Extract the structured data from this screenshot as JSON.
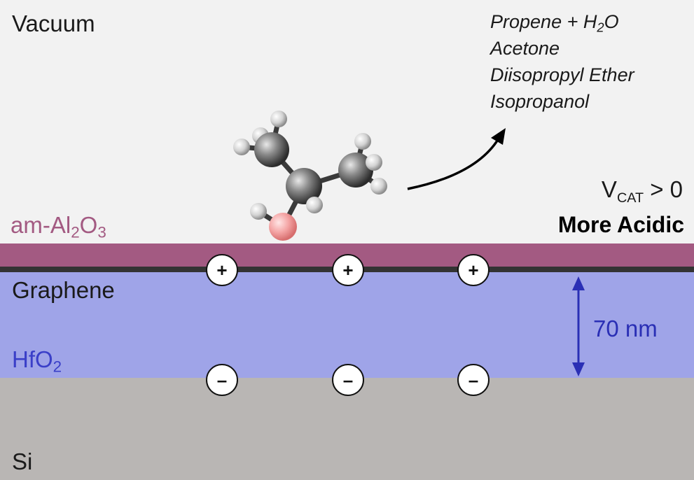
{
  "colors": {
    "vacuum": "#f2f2f2",
    "alumina": "#a35a82",
    "graphene": "#333333",
    "hafnia": "#9fa4e8",
    "silicon": "#b9b6b4",
    "alumina_text": "#a35a82",
    "hafnia_text": "#3a3fc8",
    "thickness": "#2a2fb5"
  },
  "layers": {
    "vacuum": "Vacuum",
    "alumina_prefix": "am-Al",
    "alumina_sub1": "2",
    "alumina_mid": "O",
    "alumina_sub2": "3",
    "graphene": "Graphene",
    "hafnia_prefix": "HfO",
    "hafnia_sub": "2",
    "silicon": "Si"
  },
  "products": {
    "line1_prefix": "Propene + H",
    "line1_sub": "2",
    "line1_suffix": "O",
    "line2": "Acetone",
    "line3": "Diisopropyl Ether",
    "line4": "Isopropanol"
  },
  "bias": {
    "symbol": "V",
    "subscript": "CAT",
    "relation": " > 0",
    "effect": "More Acidic"
  },
  "charges": {
    "positive": [
      "+",
      "+",
      "+"
    ],
    "negative": [
      "–",
      "–",
      "–"
    ]
  },
  "thickness": {
    "label": "70 nm"
  },
  "molecule": {
    "name": "isopropanol",
    "atoms": [
      "carbon",
      "carbon",
      "carbon",
      "oxygen",
      "hydrogen"
    ]
  }
}
